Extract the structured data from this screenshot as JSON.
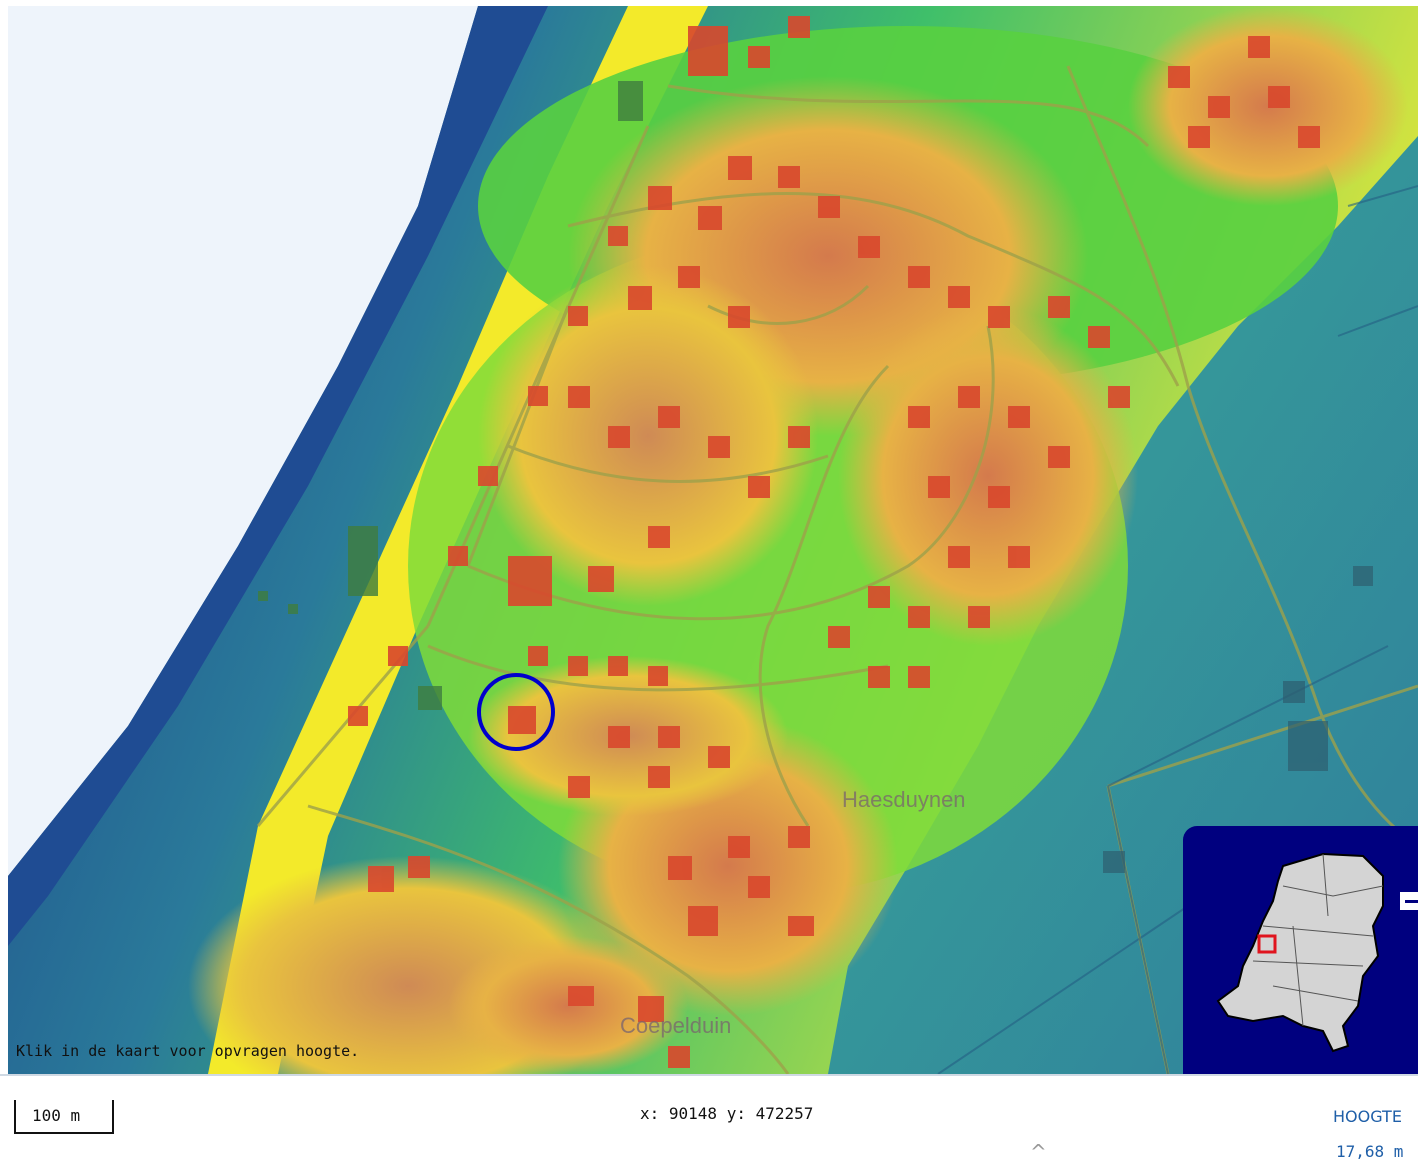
{
  "map": {
    "hint_text": "Klik in de kaart voor opvragen hoogte.",
    "place_labels": [
      "Haesduynen",
      "Coepelduin"
    ],
    "marker_color": "#0000cc",
    "legend_colors": {
      "sea": "#1b3f86",
      "low": "#2c8a8f",
      "mid_green": "#4fcf3f",
      "yellow": "#f2e72b",
      "high": "#d98a4a",
      "building": "#d9442a"
    }
  },
  "overview_map": {
    "background_color": "#00007f",
    "land_color": "#d4d4d4",
    "indicator_color": "#e0141e",
    "toggle_icon": "collapse-icon"
  },
  "footer": {
    "scale_label": "100 m",
    "coords_text": "x: 90148 y: 472257",
    "height_label": "HOOGTE",
    "height_value": "17,68 m",
    "collapse_icon": "chevron-up-icon",
    "collapse_glyph": "^"
  }
}
